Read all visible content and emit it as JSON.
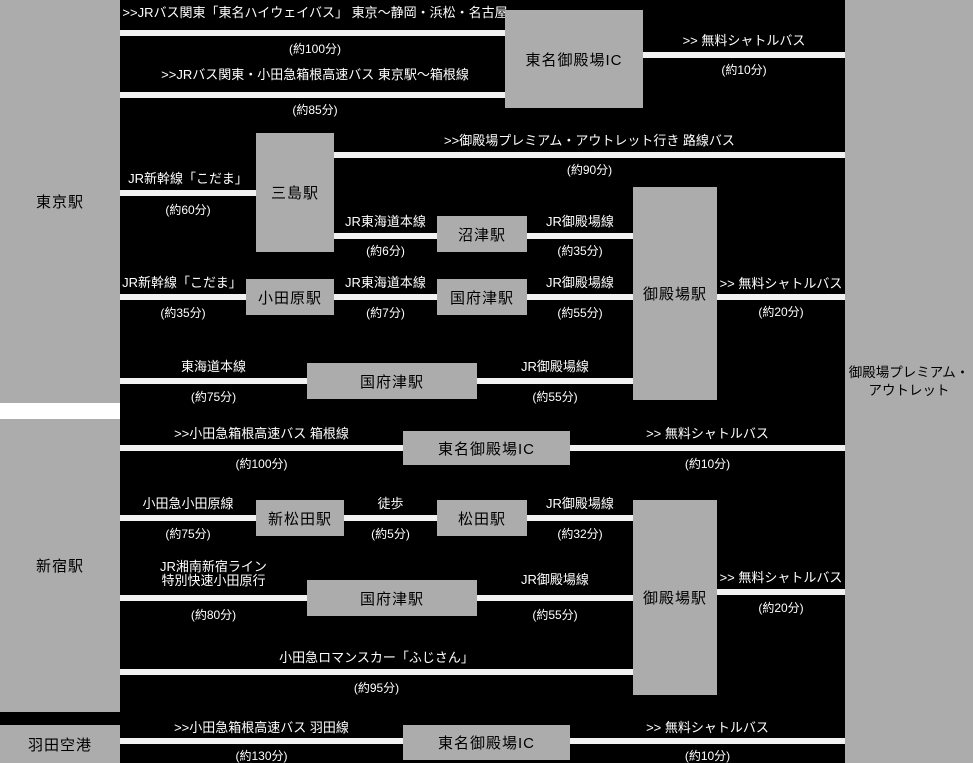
{
  "colors": {
    "background": "#000000",
    "box_gray": "#acacac",
    "line_white": "#f2f2f2",
    "route_text": "#ffffff",
    "box_text": "#000000"
  },
  "endpoints": {
    "tokyo": "東京駅",
    "shinjuku": "新宿駅",
    "haneda": "羽田空港",
    "destination_line1": "御殿場プレミアム・",
    "destination_line2": "アウトレット"
  },
  "stations": {
    "tomei_gotemba_ic": "東名御殿場IC",
    "mishima": "三島駅",
    "numazu": "沼津駅",
    "odawara": "小田原駅",
    "kozu": "国府津駅",
    "gotemba": "御殿場駅",
    "shin_matsuda": "新松田駅",
    "matsuda": "松田駅"
  },
  "routes": {
    "tokyo": {
      "highway_bus": {
        "label": ">>JRバス関東「東名ハイウェイバス」 東京〜静岡・浜松・名古屋",
        "time": "(約100分)"
      },
      "hakone_bus": {
        "label": ">>JRバス関東・小田急箱根高速バス 東京駅〜箱根線",
        "time": "(約85分)"
      },
      "ic_shuttle": {
        "label": ">> 無料シャトルバス",
        "time": "(約10分)"
      },
      "outlet_local_bus": {
        "label": ">>御殿場プレミアム・アウトレット行き 路線バス",
        "time": "(約90分)"
      },
      "mishima_kodama": {
        "label": "JR新幹線「こだま」",
        "time": "(約60分)"
      },
      "mishima_numazu": {
        "label": "JR東海道本線",
        "time": "(約6分)"
      },
      "numazu_gotemba": {
        "label": "JR御殿場線",
        "time": "(約35分)"
      },
      "odawara_kodama": {
        "label": "JR新幹線「こだま」",
        "time": "(約35分)"
      },
      "odawara_kozu": {
        "label": "JR東海道本線",
        "time": "(約7分)"
      },
      "kozu_gotemba_a": {
        "label": "JR御殿場線",
        "time": "(約55分)"
      },
      "tokaido_direct": {
        "label": "東海道本線",
        "time": "(約75分)"
      },
      "kozu_gotemba_b": {
        "label": "JR御殿場線",
        "time": "(約55分)"
      },
      "station_shuttle": {
        "label": ">> 無料シャトルバス",
        "time": "(約20分)"
      }
    },
    "shinjuku": {
      "hakone_bus": {
        "label": ">>小田急箱根高速バス 箱根線",
        "time": "(約100分)"
      },
      "ic_shuttle": {
        "label": ">> 無料シャトルバス",
        "time": "(約10分)"
      },
      "odakyu_line": {
        "label": "小田急小田原線",
        "time": "(約75分)"
      },
      "walk": {
        "label": "徒歩",
        "time": "(約5分)"
      },
      "matsuda_gotemba": {
        "label": "JR御殿場線",
        "time": "(約32分)"
      },
      "shonan_shinjuku": {
        "label_line1": "JR湘南新宿ライン",
        "label_line2": "特別快速小田原行",
        "time": "(約80分)"
      },
      "kozu_gotemba": {
        "label": "JR御殿場線",
        "time": "(約55分)"
      },
      "station_shuttle": {
        "label": ">> 無料シャトルバス",
        "time": "(約20分)"
      },
      "romancecar": {
        "label": "小田急ロマンスカー「ふじさん」",
        "time": "(約95分)"
      }
    },
    "haneda": {
      "hakone_bus": {
        "label": ">>小田急箱根高速バス 羽田線",
        "time": "(約130分)"
      },
      "ic_shuttle": {
        "label": ">> 無料シャトルバス",
        "time": "(約10分)"
      }
    }
  }
}
